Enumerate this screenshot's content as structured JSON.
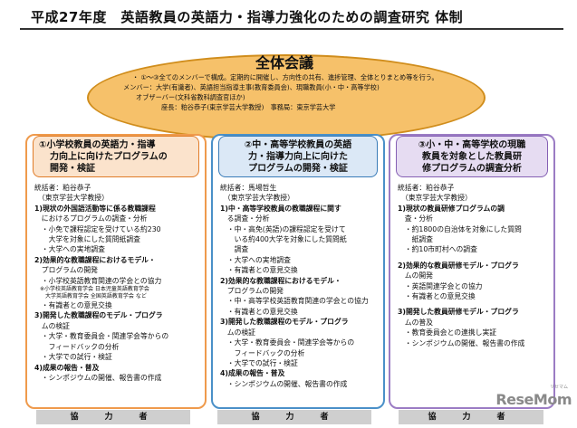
{
  "title": "平成27年度　英語教員の英語力・指導力強化のための調査研究 体制",
  "council": {
    "name": "全体会議",
    "lines": [
      "・ ①～③全てのメンバーで構成。定期的に開催し、方向性の共有、進捗管理、全体とりまとめ等を行う。",
      "メンバー：大学(有識者)、英語担当指導主事(教育委員会)、現職教員(小・中・高等学校)",
      "オブザーバー(文科省教科調査官ほか)",
      "座長：粕谷恭子(東京学芸大学教授)　事務局：東京学芸大学"
    ]
  },
  "columns": [
    {
      "head": [
        "①小学校教員の英語力・指導",
        "力向上に向けたプログラムの",
        "開発・検証"
      ],
      "lines": [
        {
          "t": "統括者：粕谷恭子",
          "c": ""
        },
        {
          "t": "　（東京学芸大学教授）",
          "c": ""
        },
        {
          "t": "1)現状の外国語活動等に係る教職課程",
          "c": ""
        },
        {
          "t": "　におけるプログラムの調査・分析",
          "c": ""
        },
        {
          "t": "　・小免で課程認定を受けている約230",
          "c": ""
        },
        {
          "t": "　　大学を対象にした質問紙調査",
          "c": ""
        },
        {
          "t": "　・大学への実地調査",
          "c": ""
        },
        {
          "t": "2)効果的な教職課程におけるモデル・",
          "c": ""
        },
        {
          "t": "　プログラムの開発",
          "c": ""
        },
        {
          "t": "　・小学校英語教育関連の学会との協力",
          "c": ""
        },
        {
          "t": "　※小学校英語教育学会 日本児童英語教育学会",
          "c": "tiny"
        },
        {
          "t": "　　大学英語教育学会 全国英語教育学会 など",
          "c": "tiny"
        },
        {
          "t": "　・有識者との意見交換",
          "c": ""
        },
        {
          "t": "3)開発した教職課程のモデル・プログラ",
          "c": ""
        },
        {
          "t": "　ムの検証",
          "c": ""
        },
        {
          "t": "　・大学・教育委員会・関連学会等からの",
          "c": ""
        },
        {
          "t": "　　フィードバックの分析",
          "c": ""
        },
        {
          "t": "　・大学での試行・検証",
          "c": ""
        },
        {
          "t": "4)成果の報告・普及",
          "c": ""
        },
        {
          "t": "　・シンポジウムの開催、報告書の作成",
          "c": ""
        }
      ]
    },
    {
      "head": [
        "②中・高等学校教員の英語",
        "力・指導力向上に向けた",
        "プログラムの開発・検証"
      ],
      "lines": [
        {
          "t": "統括者：馬場哲生",
          "c": ""
        },
        {
          "t": "　（東京学芸大学教授）",
          "c": ""
        },
        {
          "t": "1)中・高等学校教員の教職課程に関す",
          "c": ""
        },
        {
          "t": "　る調査・分析",
          "c": ""
        },
        {
          "t": "　・中・高免(英語)の課程認定を受けて",
          "c": ""
        },
        {
          "t": "　　いる約400大学を対象にした質問紙",
          "c": ""
        },
        {
          "t": "　　調査",
          "c": ""
        },
        {
          "t": "　・大学への実地調査",
          "c": ""
        },
        {
          "t": "　・有識者との意見交換",
          "c": ""
        },
        {
          "t": "2)効果的な教職課程におけるモデル・",
          "c": ""
        },
        {
          "t": "　プログラムの開発",
          "c": ""
        },
        {
          "t": "　・中・高等学校英語教育関連の学会との協力",
          "c": ""
        },
        {
          "t": "　・有識者との意見交換",
          "c": ""
        },
        {
          "t": "3)開発した教職課程のモデル・プログラ",
          "c": ""
        },
        {
          "t": "　ムの検証",
          "c": ""
        },
        {
          "t": "　・大学・教育委員会・関連学会等からの",
          "c": ""
        },
        {
          "t": "　　フィードバックの分析",
          "c": ""
        },
        {
          "t": "　・大学での試行・検証",
          "c": ""
        },
        {
          "t": "4)成果の報告・普及",
          "c": ""
        },
        {
          "t": "　・シンポジウムの開催、報告書の作成",
          "c": ""
        }
      ]
    },
    {
      "head": [
        "③小・中・高等学校の現職",
        "教員を対象とした教員研",
        "修プログラムの調査分析"
      ],
      "lines": [
        {
          "t": "統括者：粕谷恭子",
          "c": ""
        },
        {
          "t": "　（東京学芸大学教授）",
          "c": ""
        },
        {
          "t": "1)現状の教員研修プログラムの調",
          "c": ""
        },
        {
          "t": "　査・分析",
          "c": ""
        },
        {
          "t": "　・約1800の自治体を対象にした質問",
          "c": ""
        },
        {
          "t": "　　紙調査",
          "c": ""
        },
        {
          "t": "　・約10市町村への調査",
          "c": ""
        },
        {
          "t": "",
          "c": ""
        },
        {
          "t": "2)効果的な教員研修モデル・プログラ",
          "c": ""
        },
        {
          "t": "　ムの開発",
          "c": ""
        },
        {
          "t": "　・英語関連学会との協力",
          "c": ""
        },
        {
          "t": "　・有識者との意見交換",
          "c": ""
        },
        {
          "t": "",
          "c": ""
        },
        {
          "t": "3)開発した教員研修モデル・プログラ",
          "c": ""
        },
        {
          "t": "　ムの普及",
          "c": ""
        },
        {
          "t": "　・教育委員会との連携し実証",
          "c": ""
        },
        {
          "t": "　・シンポジウムの開催、報告書の作成",
          "c": ""
        }
      ]
    }
  ],
  "cooperators": [
    "協　力　者",
    "協　力　者",
    "協　力　者"
  ],
  "logo": "ReseMom",
  "logo_sub": "リセマム",
  "colors": {
    "council_fill": "#f6c16a",
    "col1_border": "#ef9a4c",
    "col2_border": "#4a90c8",
    "col3_border": "#9b7cc4",
    "coop_fill": "#cfcfcf"
  }
}
